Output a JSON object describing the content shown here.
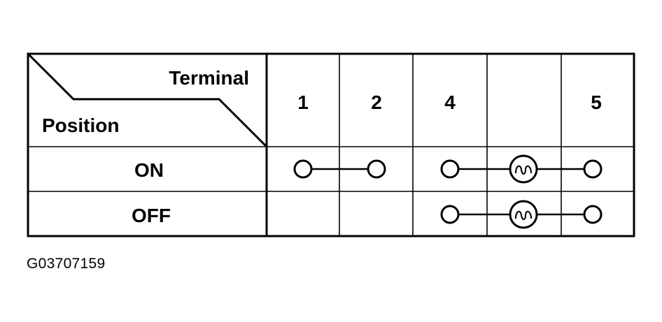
{
  "header": {
    "terminal_label": "Terminal",
    "position_label": "Position"
  },
  "terminals": [
    "1",
    "2",
    "4",
    "",
    "5"
  ],
  "rows": [
    {
      "position": "ON",
      "continuity": [
        {
          "type": "pair",
          "from": "1",
          "to": "2"
        },
        {
          "type": "with-lamp",
          "from": "4",
          "to": "5"
        }
      ]
    },
    {
      "position": "OFF",
      "continuity": [
        {
          "type": "with-lamp",
          "from": "4",
          "to": "5"
        }
      ]
    }
  ],
  "figure_id": "G03707159"
}
